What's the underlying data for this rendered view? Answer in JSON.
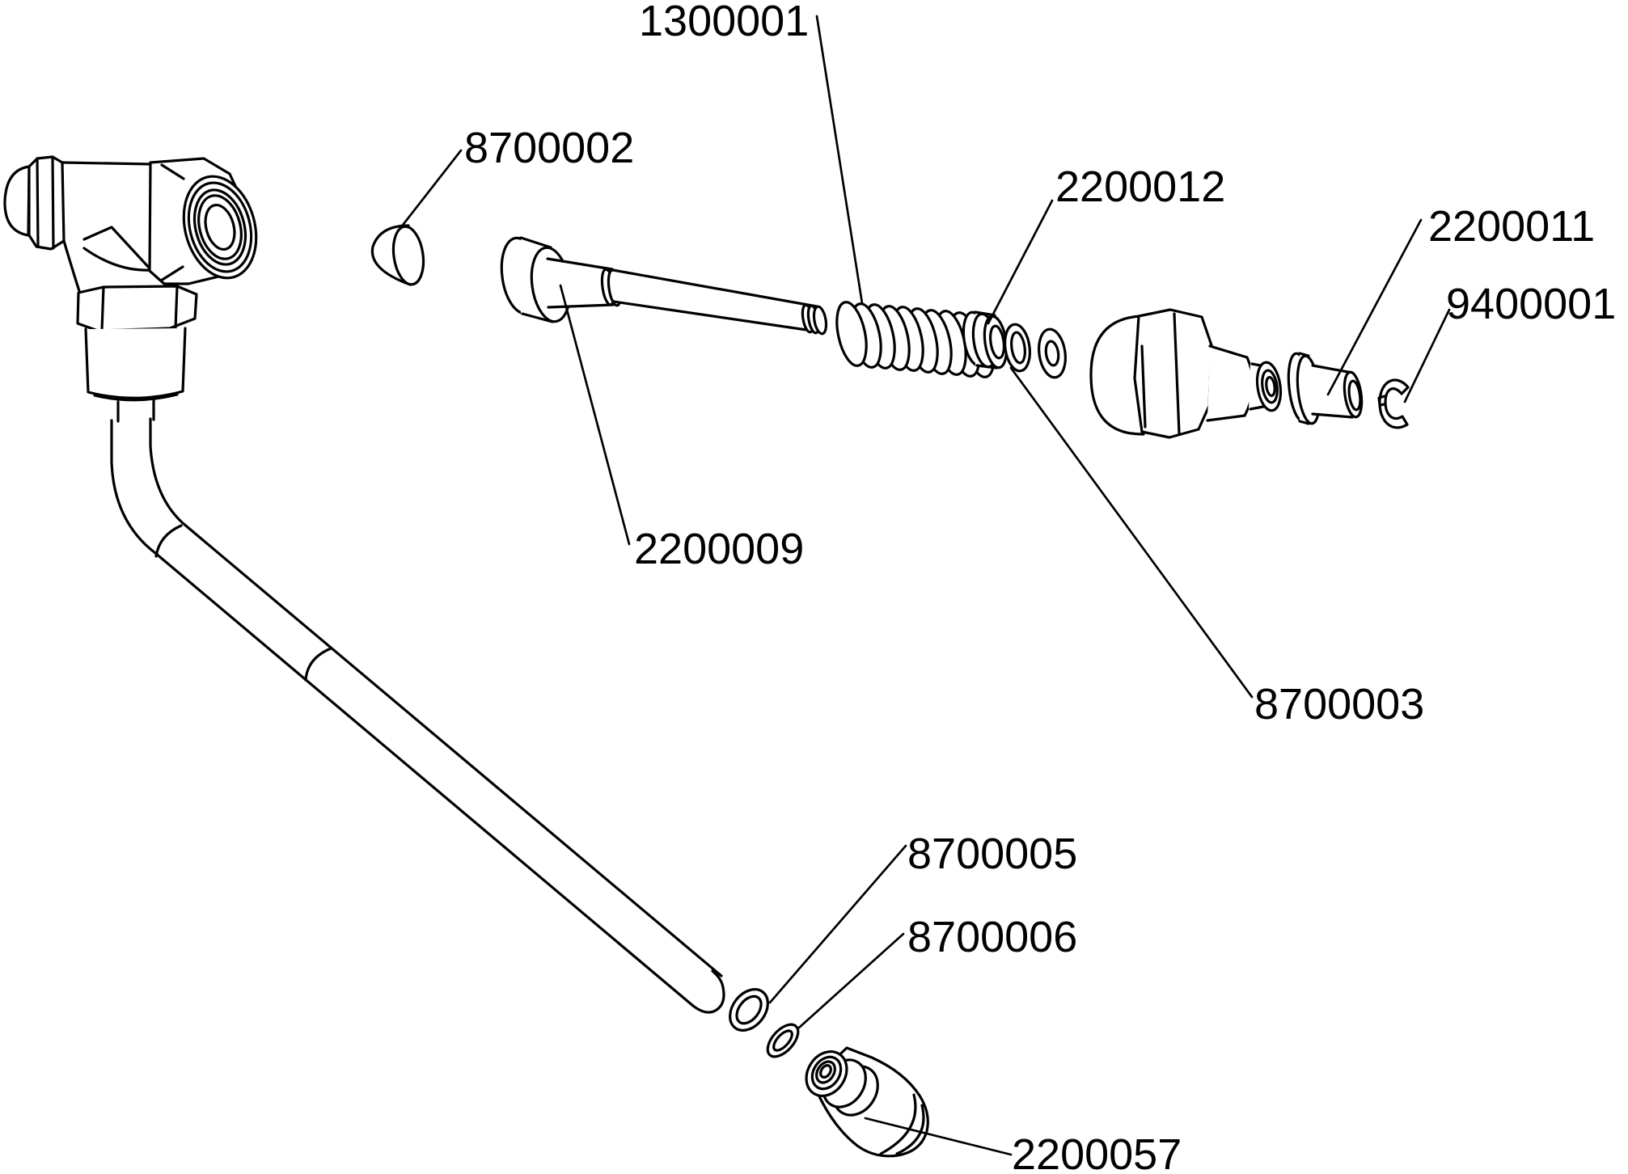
{
  "diagram": {
    "type": "exploded-parts-diagram",
    "colors": {
      "background": "#ffffff",
      "line": "#000000",
      "text": "#010101"
    },
    "callouts": [
      {
        "part_number": "1300001"
      },
      {
        "part_number": "8700002"
      },
      {
        "part_number": "2200012"
      },
      {
        "part_number": "2200011"
      },
      {
        "part_number": "9400001"
      },
      {
        "part_number": "2200009"
      },
      {
        "part_number": "8700003"
      },
      {
        "part_number": "8700005"
      },
      {
        "part_number": "8700006"
      },
      {
        "part_number": "2200057"
      }
    ]
  }
}
